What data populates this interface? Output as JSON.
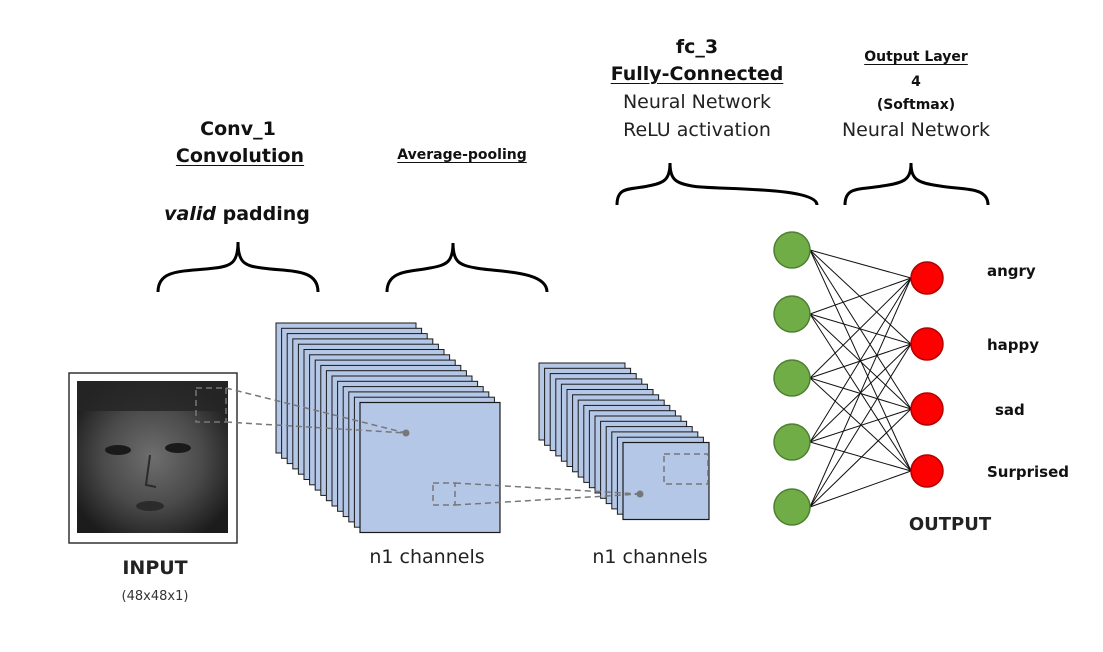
{
  "conv": {
    "title": "Conv_1",
    "subtitle": "Convolution",
    "padding_word": "valid",
    "padding_rest": " padding"
  },
  "pool": {
    "title": "Average-pooling"
  },
  "fc": {
    "title": "fc_3",
    "subtitle": "Fully-Connected",
    "line1": "Neural Network",
    "line2": "ReLU activation"
  },
  "output_layer": {
    "title": "Output Layer",
    "count": "4",
    "activation": "(Softmax)",
    "line1": "Neural Network"
  },
  "input": {
    "label": "INPUT",
    "shape": "(48x48x1)"
  },
  "feature_maps": {
    "conv_label": "n1 channels",
    "pool_label": "n1 channels"
  },
  "network": {
    "hidden_color": "#70ad47",
    "output_color": "#ff0000",
    "classes": [
      "angry",
      "happy",
      "sad",
      "Surprised"
    ],
    "output_label": "OUTPUT"
  },
  "colors": {
    "feature_map_fill": "#b4c7e7",
    "feature_map_stroke": "#1a1a1a"
  }
}
